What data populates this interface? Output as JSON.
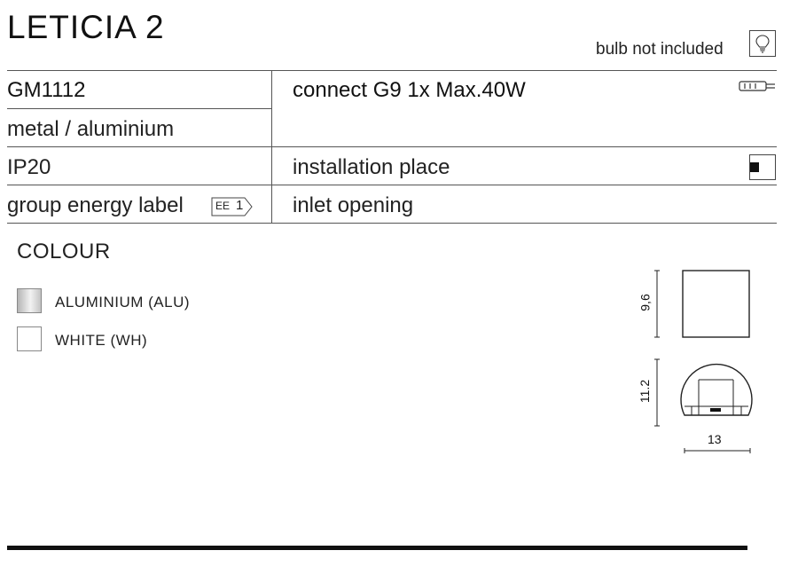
{
  "title": "LETICIA 2",
  "bulb_note": "bulb not included",
  "icons": {
    "bulb": "light-bulb-icon",
    "connector": "g9-socket-icon",
    "installation": "wall-mount-icon"
  },
  "specs": {
    "code": "GM1112",
    "material": "metal / aluminium",
    "ip": "IP20",
    "energy_label": "group energy label",
    "ee_badge_text": "EE",
    "ee_badge_value": "1",
    "connect": "connect G9 1x Max.40W",
    "installation": "installation place",
    "inlet": "inlet opening"
  },
  "colour": {
    "heading": "COLOUR",
    "options": [
      {
        "label": "ALUMINIUM (ALU)",
        "color": "#c9c9c9"
      },
      {
        "label": "WHITE (WH)",
        "color": "#ffffff"
      }
    ]
  },
  "dimensions": {
    "height_front": "9,6",
    "height_side": "11.2",
    "width": "13"
  }
}
